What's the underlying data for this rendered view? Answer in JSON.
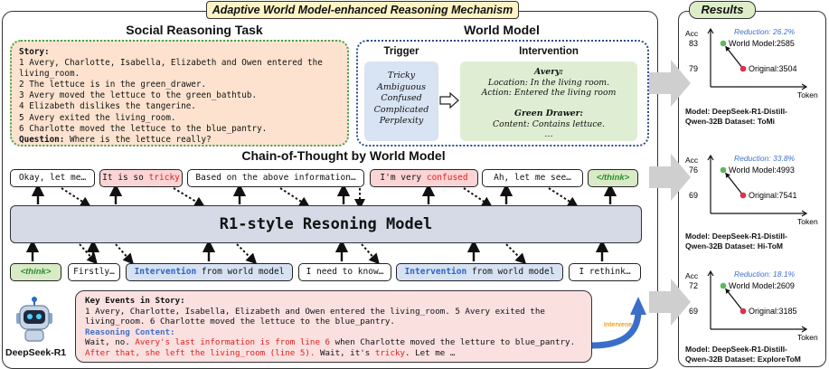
{
  "title": "Adaptive World Model-enhanced Reasoning Mechanism",
  "results_title": "Results",
  "social": {
    "header": "Social Reasoning Task",
    "story_label": "Story:",
    "story_lines": [
      "1 Avery, Charlotte, Isabella, Elizabeth and Owen entered the",
      "living_room.",
      "2 The lettuce is in the green_drawer.",
      "3 Avery moved the lettuce to the green_bathtub.",
      "4 Elizabeth dislikes the tangerine.",
      "5 Avery exited the living_room.",
      "6 Charlotte moved the lettuce to the blue_pantry."
    ],
    "question_label": "Question:",
    "question_text": " Where is the lettuce really?"
  },
  "world_model": {
    "header": "World Model",
    "trigger_header": "Trigger",
    "trigger_words": [
      "Tricky",
      "Ambiguous",
      "Confused",
      "Complicated",
      "Perplexity"
    ],
    "intervention_header": "Intervention",
    "intervention_lines": [
      {
        "text": "Avery:",
        "bold": true
      },
      {
        "text": "Location: In the living room.",
        "bold": false
      },
      {
        "text": "Action: Entered the living room",
        "bold": false
      },
      {
        "text": "",
        "bold": false
      },
      {
        "text": "Green Drawer:",
        "bold": true
      },
      {
        "text": "Content: Contains lettuce.",
        "bold": false
      },
      {
        "text": "…",
        "bold": false
      }
    ]
  },
  "cot": {
    "header": "Chain-of-Thought by World Model",
    "top_tokens": {
      "t1": "Okay, let me…",
      "t2_prefix": "It is so ",
      "t2_red": "tricky",
      "t3": "Based on the above information…",
      "t4_prefix": "I'm very ",
      "t4_red": "confused",
      "t5": "Ah, let me see…",
      "t6": "</think>"
    },
    "model_label": "R1-style Resoning Model",
    "bottom_tokens": {
      "b1": "<think>",
      "b2": "Firstly…",
      "b3_blue": "Intervention",
      "b3_rest": " from world model",
      "b4": "I need to know…",
      "b5_blue": "Intervention",
      "b5_rest": " from world model",
      "b6": "I rethink…"
    }
  },
  "events": {
    "header": "Key Events in Story:",
    "lines": [
      "1 Avery, Charlotte, Isabella, Elizabeth and Owen entered the living_room. 5 Avery exited the",
      "living_room. 6 Charlotte moved the lettuce to the blue_pantry."
    ],
    "reasoning_label": "Reasoning Content:",
    "r1_a": "Wait, no. ",
    "r1_b": "Avery's last information is from line 6",
    "r1_c": " when Charlotte moved the letture to blue_pantry.",
    "r2_a": "After that, she left the living_room (line 5).",
    "r2_b": " Wait, it's ",
    "r2_c": "tricky",
    "r2_d": ". Let me …"
  },
  "agent_label": "DeepSeek-R1",
  "intervene_label": "Intervene",
  "colors": {
    "accent_red": "#e02020",
    "accent_blue": "#2a64c6",
    "trigger_bg": "#d8e3f3",
    "intervention_bg": "#dfeed3",
    "story_bg": "#fde3cf",
    "reduction_text": "#3f72c9",
    "world_point": "#5cb85c",
    "orig_point": "#e0304a"
  },
  "chart_data": [
    {
      "type": "scatter",
      "ylabel": "Acc",
      "xlabel": "Token",
      "reduction": "Reduction: 26.2%",
      "yticks": [
        "83",
        "79"
      ],
      "points": [
        {
          "name": "World Model",
          "token": 2585,
          "acc": 83,
          "label": "World Model:2585"
        },
        {
          "name": "Original",
          "token": 3504,
          "acc": 79,
          "label": "Original:3504"
        }
      ],
      "caption": [
        "Model: DeepSeek-R1-Distill-",
        "Qwen-32B Dataset: ToMi"
      ]
    },
    {
      "type": "scatter",
      "ylabel": "Acc",
      "xlabel": "Token",
      "reduction": "Reduction: 33.8%",
      "yticks": [
        "76",
        "69"
      ],
      "points": [
        {
          "name": "World Model",
          "token": 4993,
          "acc": 76,
          "label": "World Model:4993"
        },
        {
          "name": "Original",
          "token": 7541,
          "acc": 69,
          "label": "Original:7541"
        }
      ],
      "caption": [
        "Model: DeepSeek-R1-Distill-",
        "Qwen-32B Dataset: Hi-ToM"
      ]
    },
    {
      "type": "scatter",
      "ylabel": "Acc",
      "xlabel": "Token",
      "reduction": "Reduction: 18.1%",
      "yticks": [
        "72",
        "69"
      ],
      "points": [
        {
          "name": "World Model",
          "token": 2609,
          "acc": 72,
          "label": "World Model:2609"
        },
        {
          "name": "Original",
          "token": 3185,
          "acc": 69,
          "label": "Original:3185"
        }
      ],
      "caption": [
        "Model: DeepSeek-R1-Distill-",
        "Qwen-32B Dataset: ExploreToM"
      ]
    }
  ]
}
